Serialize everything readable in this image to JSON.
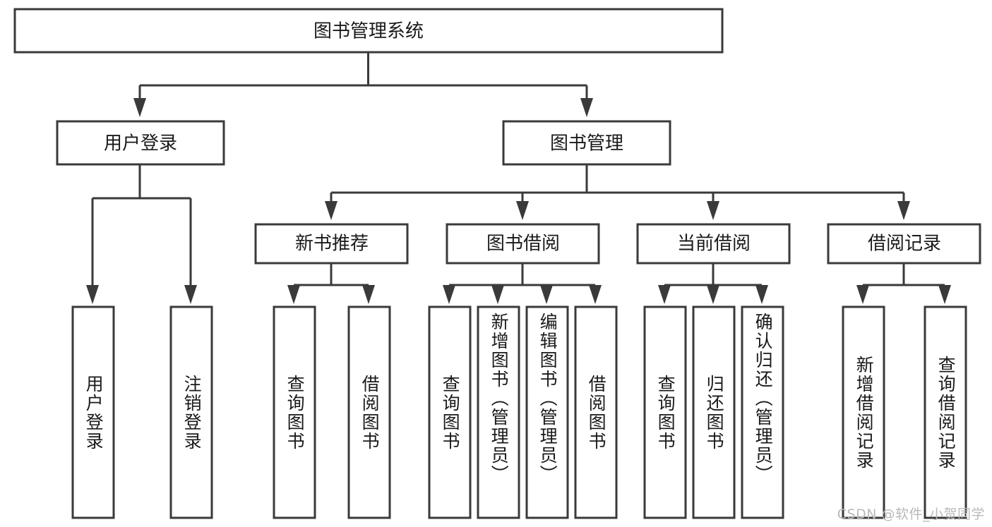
{
  "diagram": {
    "type": "tree",
    "title": "图书管理系统",
    "orientation": "top-down",
    "colors": {
      "background": "#ffffff",
      "box_fill": "#ffffff",
      "box_stroke": "#3a3a3a",
      "connector": "#3a3a3a",
      "text": "#1a1a1a",
      "watermark": "#b9b9b9"
    },
    "root": {
      "label": "图书管理系统"
    },
    "level2": [
      {
        "label": "用户登录"
      },
      {
        "label": "图书管理"
      }
    ],
    "level3": [
      {
        "label": "新书推荐"
      },
      {
        "label": "图书借阅"
      },
      {
        "label": "当前借阅"
      },
      {
        "label": "借阅记录"
      }
    ],
    "leaves": {
      "user_login": [
        {
          "label": "用户登录"
        },
        {
          "label": "注销登录"
        }
      ],
      "new_book_recommend": [
        {
          "label": "查询图书"
        },
        {
          "label": "借阅图书"
        }
      ],
      "book_borrow": [
        {
          "label": "查询图书"
        },
        {
          "label": "新增图书（管理员）"
        },
        {
          "label": "编辑图书（管理员）"
        },
        {
          "label": "借阅图书"
        }
      ],
      "current_borrow": [
        {
          "label": "查询图书"
        },
        {
          "label": "归还图书"
        },
        {
          "label": "确认归还（管理员）"
        }
      ],
      "borrow_record": [
        {
          "label": "新增借阅记录"
        },
        {
          "label": "查询借阅记录"
        }
      ]
    }
  },
  "watermark": {
    "text": "CSDN @软件_小贺同学"
  }
}
